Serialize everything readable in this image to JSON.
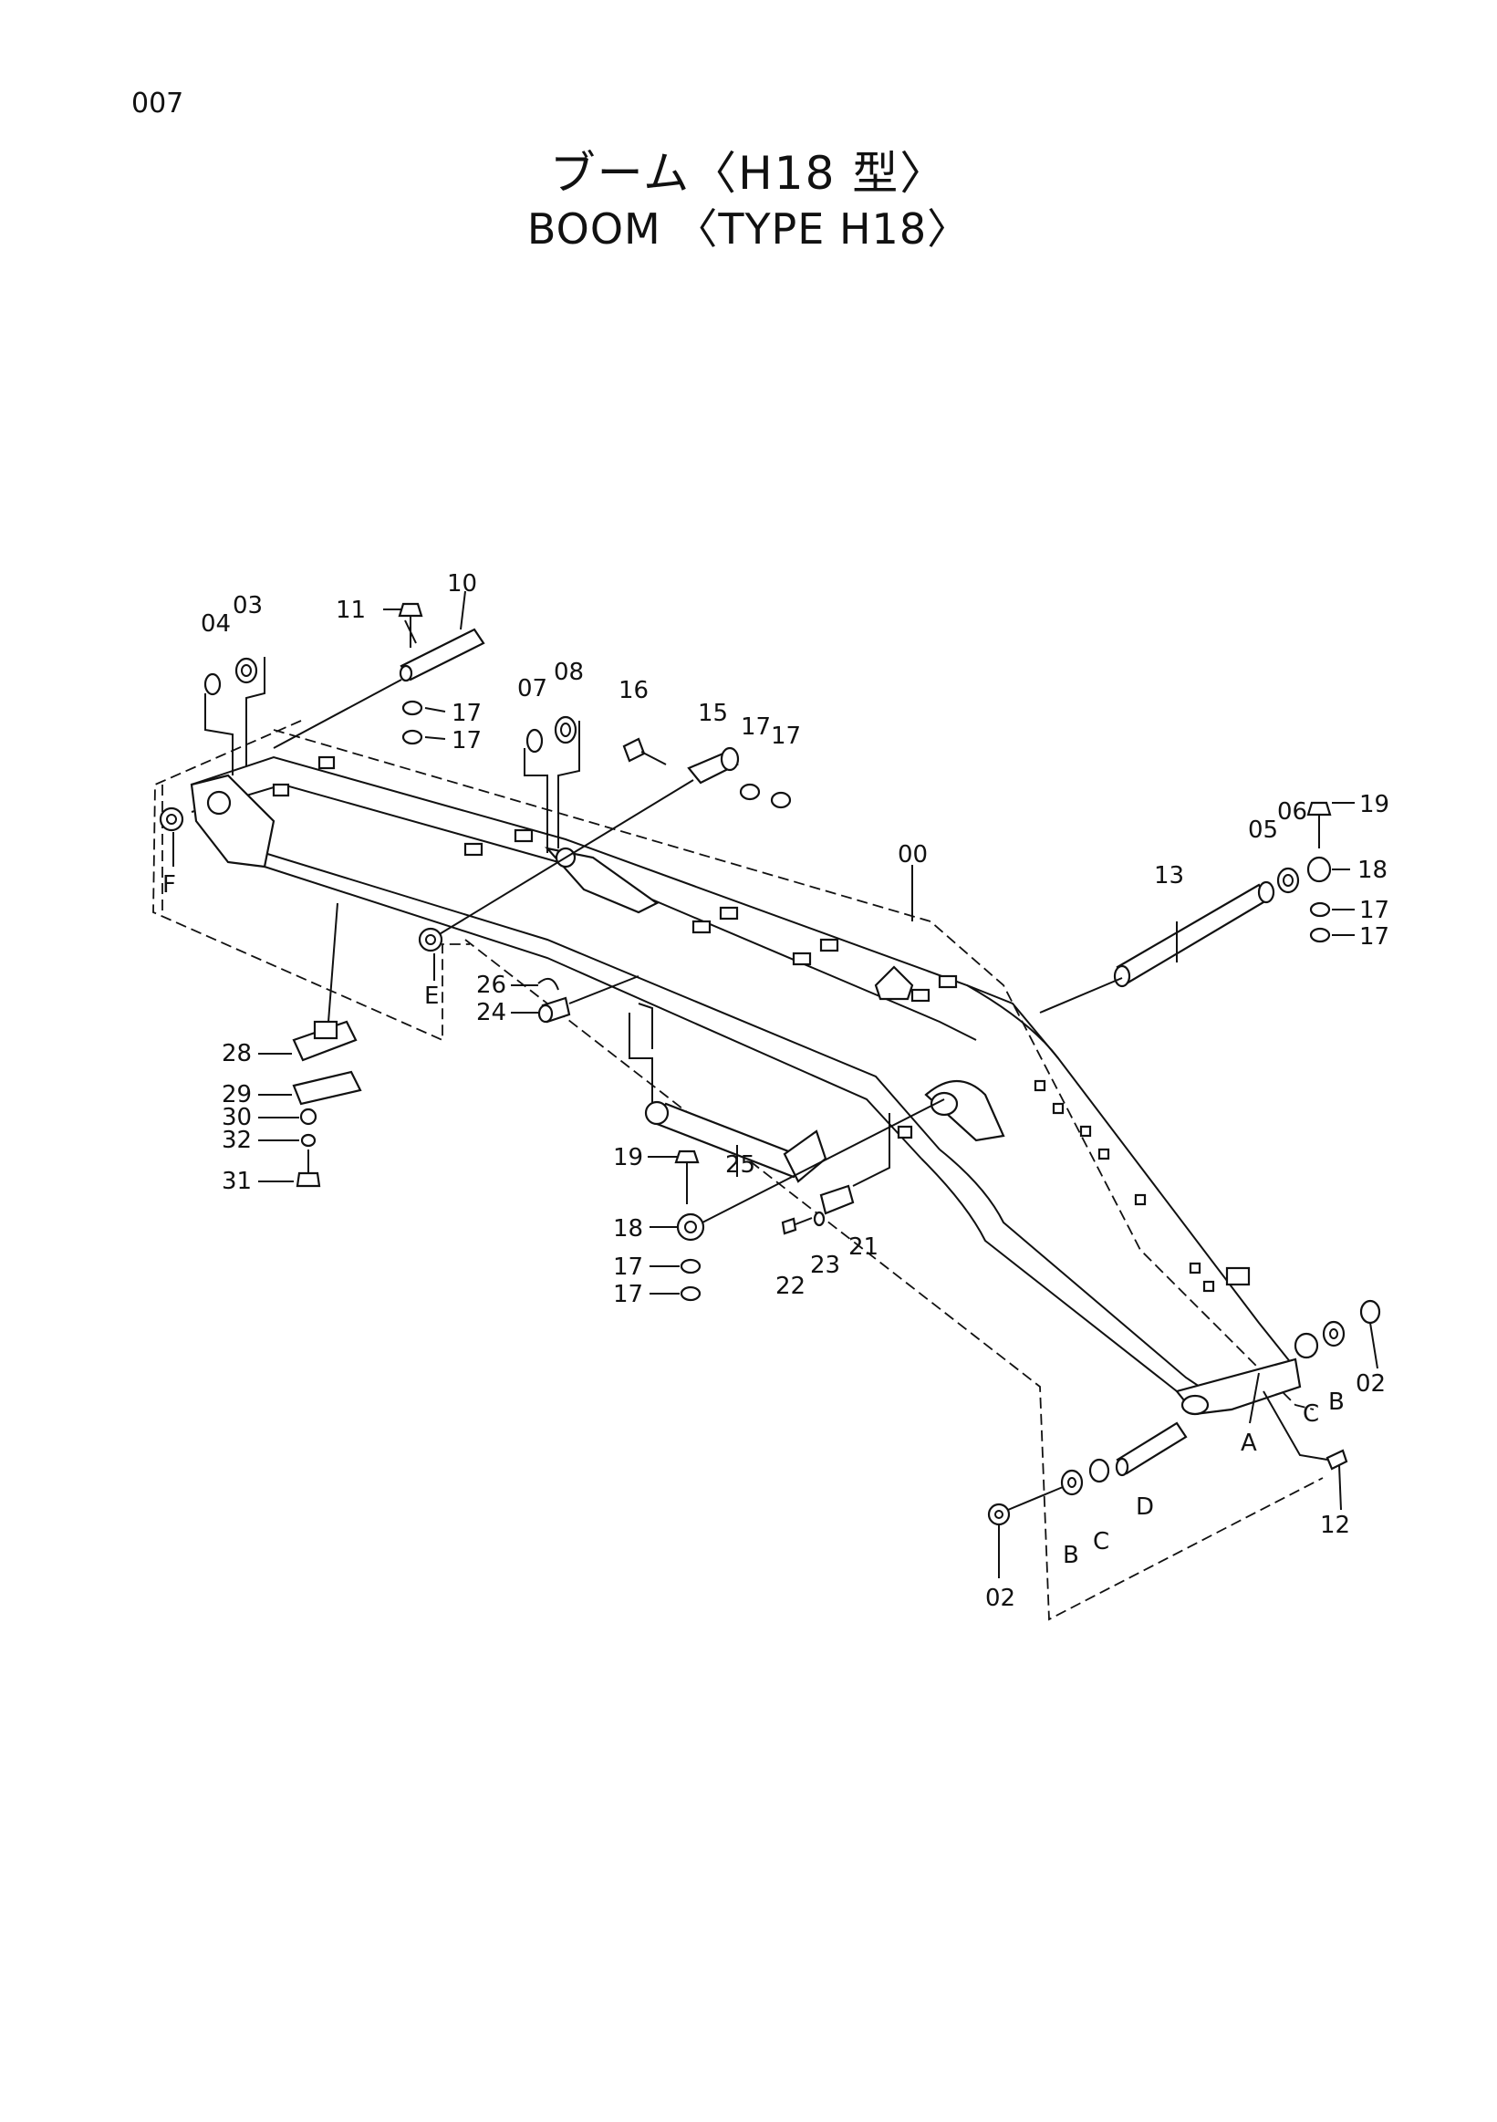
{
  "page_number": "007",
  "title_jp": "ブーム〈H18 型〉",
  "title_en": "BOOM 〈TYPE  H18〉",
  "callouts": {
    "c00": "00",
    "c02a": "02",
    "c02b": "02",
    "c03": "03",
    "c04": "04",
    "c05": "05",
    "c06": "06",
    "c07": "07",
    "c08": "08",
    "c10": "10",
    "c11": "11",
    "c12": "12",
    "c13": "13",
    "c15": "15",
    "c16": "16",
    "c17a": "17",
    "c17b": "17",
    "c17c": "17",
    "c17d": "17",
    "c17e": "17",
    "c17f": "17",
    "c17g": "17",
    "c17h": "17",
    "c18a": "18",
    "c18b": "18",
    "c19a": "19",
    "c19b": "19",
    "c21": "21",
    "c22": "22",
    "c23": "23",
    "c24": "24",
    "c25": "25",
    "c26": "26",
    "c28": "28",
    "c29": "29",
    "c30": "30",
    "c31": "31",
    "c32": "32",
    "cA": "A",
    "cB1": "B",
    "cB2": "B",
    "cC1": "C",
    "cC2": "C",
    "cD": "D",
    "cE": "E",
    "cF": "F"
  }
}
